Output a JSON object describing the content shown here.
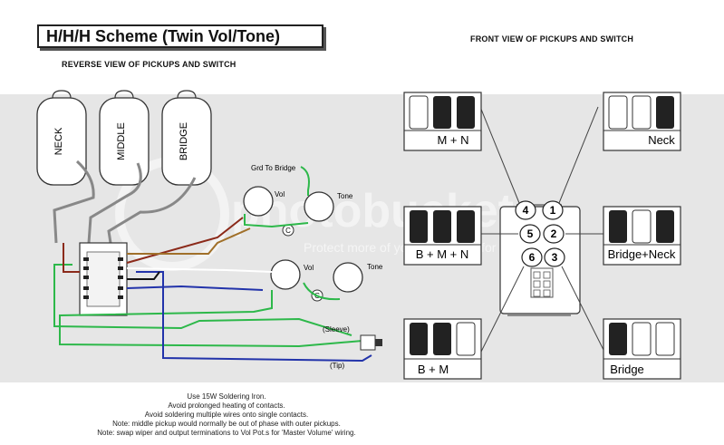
{
  "title": "H/H/H Scheme (Twin Vol/Tone)",
  "reverse_heading": "REVERSE VIEW OF PICKUPS AND SWITCH",
  "front_heading": "FRONT VIEW OF PICKUPS AND SWITCH",
  "pickups": {
    "neck": "NECK",
    "middle": "MIDDLE",
    "bridge": "BRIDGE"
  },
  "pots": {
    "vol1": "Vol",
    "tone1": "Tone",
    "vol2": "Vol",
    "tone2": "Tone",
    "cap1": "C",
    "cap2": "C"
  },
  "ground_label": "Grd To Bridge",
  "jack": {
    "sleeve": "(Sleeve)",
    "tip": "(Tip)"
  },
  "positions": [
    {
      "number": "1",
      "label": "Neck"
    },
    {
      "number": "2",
      "label": "Bridge+Neck"
    },
    {
      "number": "3",
      "label": "Bridge"
    },
    {
      "number": "4",
      "label": "M + N"
    },
    {
      "number": "5",
      "label": "B + M + N"
    },
    {
      "number": "6",
      "label": "B + M"
    }
  ],
  "notes": [
    "Use 15W Soldering Iron.",
    "Avoid prolonged heating of contacts.",
    "Avoid soldering multiple wires onto single contacts.",
    "Note: middle pickup would normally be out of phase with outer pickups.",
    "Note: swap wiper and output terminations to Vol Pot.s for 'Master Volume' wiring."
  ],
  "watermark": "photobucket",
  "watermark_sub": "Protect more of your memories for less!",
  "colors": {
    "wire_green": "#2db84a",
    "wire_red": "#8b2a1a",
    "wire_blue": "#2233aa",
    "wire_brown": "#a0702a",
    "wire_white": "#ffffff",
    "wire_black": "#111111",
    "band": "#e6e6e6"
  }
}
